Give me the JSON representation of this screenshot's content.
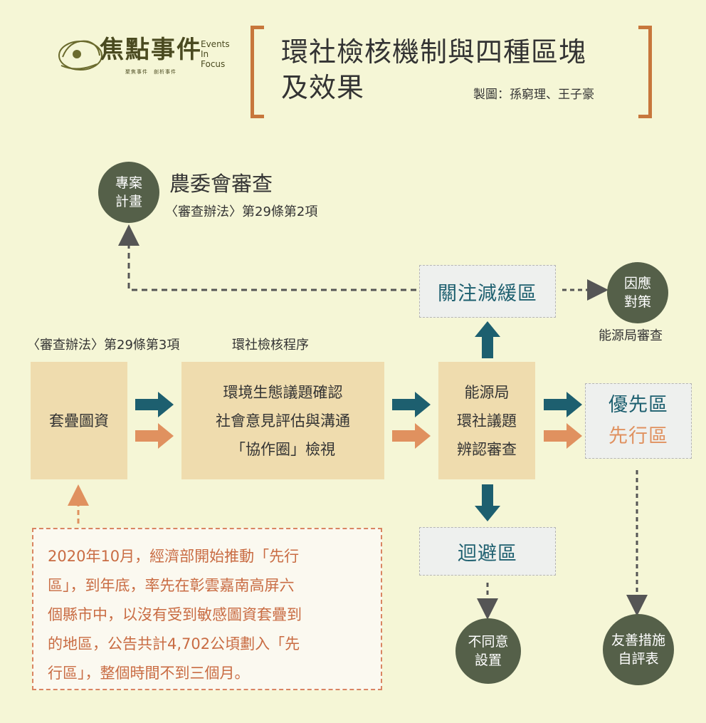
{
  "header": {
    "logo_cn": "焦點事件",
    "logo_en_lines": [
      "Events",
      "In",
      "Focus"
    ],
    "logo_sub": "聚焦事件　剖析事件",
    "title_line1": "環社檢核機制與四種區塊",
    "title_line2": "及效果",
    "credit": "製圖：孫窮理、王子豪"
  },
  "nodes": {
    "project_plan": [
      "專案",
      "計畫"
    ],
    "coa_review_title": "農委會審查",
    "coa_review_ref": "〈審查辦法〉第29條第2項",
    "attention_zone": "關注減緩區",
    "response_measures": [
      "因應",
      "對策"
    ],
    "energy_bureau_review": "能源局審查",
    "procedure_ref": "〈審查辦法〉第29條第3項",
    "procedure_title": "環社檢核程序",
    "overlay_data": "套疊圖資",
    "eco_steps": [
      "環境生態議題確認",
      "社會意見評估與溝通",
      "「協作圈」檢視"
    ],
    "energy_issue": [
      "能源局",
      "環社議題",
      "辨認審查"
    ],
    "priority_zone": "優先區",
    "pilot_zone": "先行區",
    "avoid_zone": "迴避區",
    "disagree": [
      "不同意",
      "設置"
    ],
    "friendly_measures": [
      "友善措施",
      "自評表"
    ],
    "note_lines": [
      "2020年10月，經濟部開始推動「先行",
      "區」，到年底，率先在彰雲嘉南高屏六",
      "個縣市中，以沒有受到敏感圖資套疊到",
      "的地區，公告共計4,702公頃劃入「先",
      "行區」，整個時間不到三個月。"
    ]
  },
  "colors": {
    "background": "#f5f6d6",
    "teal": "#1d5f6f",
    "orange": "#e0915f",
    "dark_green": "#556049",
    "tan_box": "#efdcae",
    "bracket": "#c7773c",
    "note_text": "#c96c43"
  }
}
